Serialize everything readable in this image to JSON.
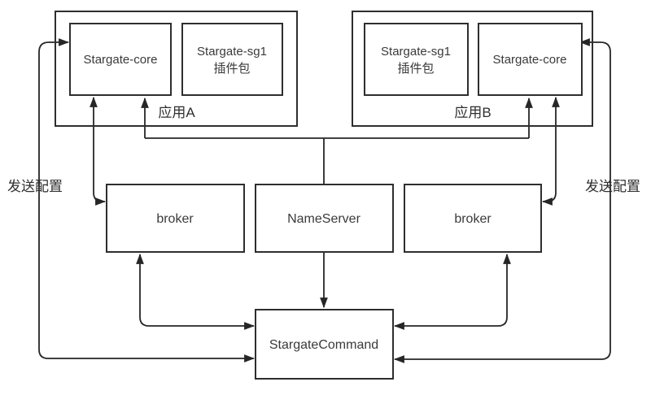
{
  "diagram": {
    "colors": {
      "line": "#262626",
      "box_border": "#2e2e2e",
      "text": "#3a3a3a",
      "background": "#ffffff"
    },
    "app_a": {
      "label": "应用A",
      "core": "Stargate-core",
      "plugin_line1": "Stargate-sg1",
      "plugin_line2": "插件包"
    },
    "app_b": {
      "label": "应用B",
      "core": "Stargate-core",
      "plugin_line1": "Stargate-sg1",
      "plugin_line2": "插件包"
    },
    "middle": {
      "broker_left": "broker",
      "name_server": "NameServer",
      "broker_right": "broker"
    },
    "bottom": {
      "stargate_command": "StargateCommand"
    },
    "edge_labels": {
      "send_config_left": "发送配置",
      "send_config_right": "发送配置"
    }
  }
}
